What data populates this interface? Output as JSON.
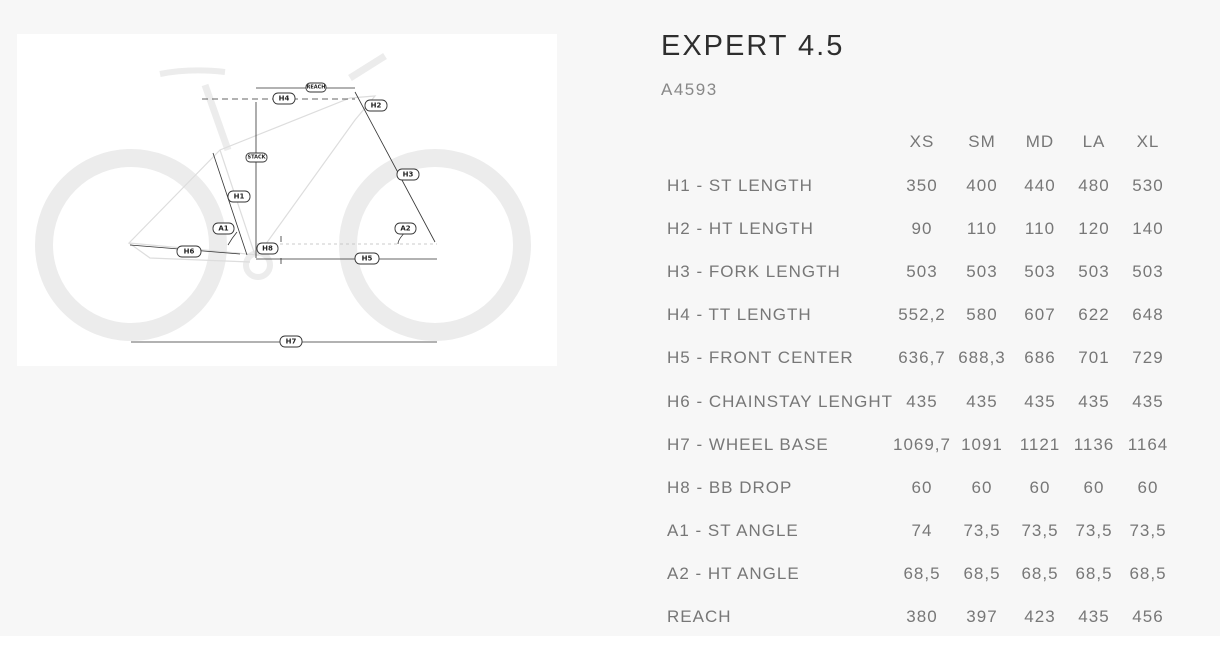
{
  "product": {
    "title": "EXPERT 4.5",
    "code": "A4593"
  },
  "diagram": {
    "labels": {
      "reach": "REACH",
      "h4": "H4",
      "h2": "H2",
      "stack": "STACK",
      "h3": "H3",
      "h1": "H1",
      "a1": "A1",
      "a2": "A2",
      "h6": "H6",
      "h8": "H8",
      "h5": "H5",
      "h7": "H7"
    }
  },
  "geometry": {
    "sizes": [
      "XS",
      "SM",
      "MD",
      "LA",
      "XL"
    ],
    "rows": [
      {
        "name": "H1 - ST LENGTH",
        "values": [
          "350",
          "400",
          "440",
          "480",
          "530"
        ]
      },
      {
        "name": "H2 - HT LENGTH",
        "values": [
          "90",
          "110",
          "110",
          "120",
          "140"
        ]
      },
      {
        "name": "H3 - FORK LENGTH",
        "values": [
          "503",
          "503",
          "503",
          "503",
          "503"
        ]
      },
      {
        "name": "H4 - TT LENGTH",
        "values": [
          "552,2",
          "580",
          "607",
          "622",
          "648"
        ]
      },
      {
        "name": "H5 - FRONT CENTER",
        "values": [
          "636,7",
          "688,3",
          "686",
          "701",
          "729"
        ]
      },
      {
        "name": "H6 - CHAINSTAY LENGHT",
        "values": [
          "435",
          "435",
          "435",
          "435",
          "435"
        ]
      },
      {
        "name": "H7 - WHEEL BASE",
        "values": [
          "1069,7",
          "1091",
          "1121",
          "1136",
          "1164"
        ]
      },
      {
        "name": "H8 - BB DROP",
        "values": [
          "60",
          "60",
          "60",
          "60",
          "60"
        ]
      },
      {
        "name": "A1 - ST ANGLE",
        "values": [
          "74",
          "73,5",
          "73,5",
          "73,5",
          "73,5"
        ]
      },
      {
        "name": "A2 - HT ANGLE",
        "values": [
          "68,5",
          "68,5",
          "68,5",
          "68,5",
          "68,5"
        ]
      },
      {
        "name": "REACH",
        "values": [
          "380",
          "397",
          "423",
          "435",
          "456"
        ]
      }
    ]
  }
}
